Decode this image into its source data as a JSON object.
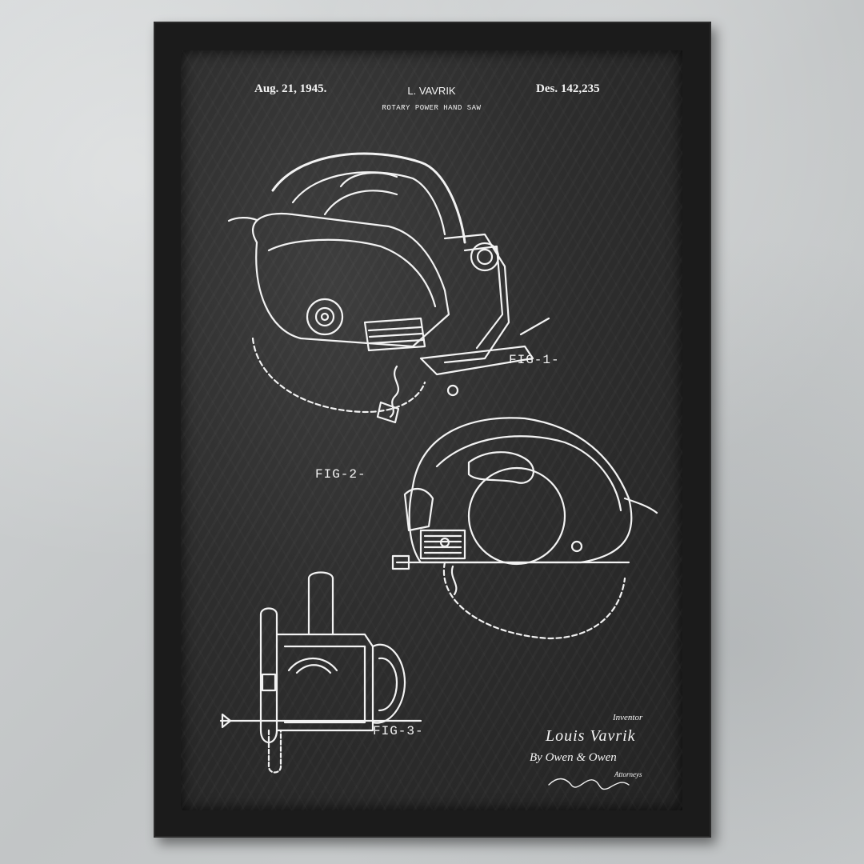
{
  "patent": {
    "date": "Aug. 21, 1945.",
    "inventor_header": "L. VAVRIK",
    "design_number": "Des. 142,235",
    "title": "ROTARY POWER HAND SAW"
  },
  "figures": {
    "fig1": "FIG-1-",
    "fig2": "FIG-2-",
    "fig3": "FIG-3-"
  },
  "signature": {
    "label": "Inventor",
    "name": "Louis Vavrik",
    "by": "By Owen & Owen",
    "attorneys": "Attorneys"
  },
  "colors": {
    "wall": "#c9cccd",
    "frame": "#1b1b1b",
    "chalkboard": "#2e2e2e",
    "ink": "#f2f2f2"
  }
}
